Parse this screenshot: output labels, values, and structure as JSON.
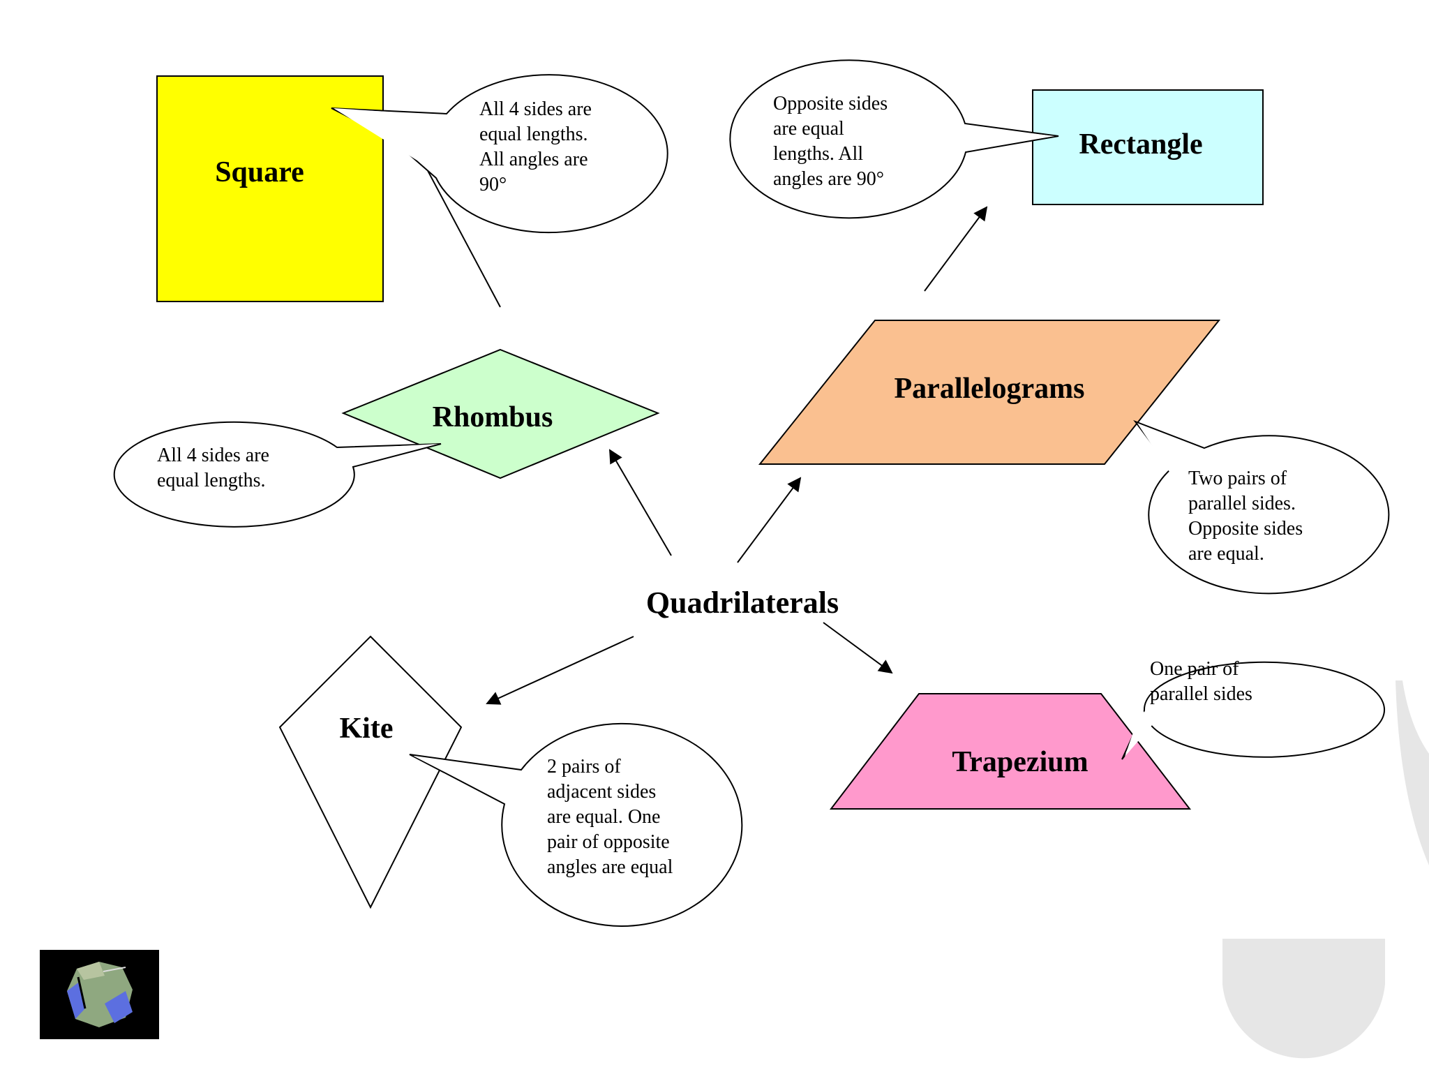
{
  "center_label": "Quadrilaterals",
  "shapes": {
    "square": {
      "label": "Square",
      "fill": "#ffff00"
    },
    "rectangle": {
      "label": "Rectangle",
      "fill": "#ccffff"
    },
    "rhombus": {
      "label": "Rhombus",
      "fill": "#ccffcc"
    },
    "parallelogram": {
      "label": "Parallelograms",
      "fill": "#fac090"
    },
    "kite": {
      "label": "Kite",
      "fill": "#ffffff"
    },
    "trapezium": {
      "label": "Trapezium",
      "fill": "#ff99cc"
    }
  },
  "callouts": {
    "square": [
      "All 4 sides are",
      "equal lengths.",
      "All angles are",
      "90°"
    ],
    "rectangle": [
      "Opposite sides",
      "are equal",
      "lengths. All",
      "angles are 90°"
    ],
    "rhombus": [
      "All 4 sides are",
      "equal lengths."
    ],
    "parallelogram": [
      "Two pairs of",
      "parallel sides.",
      "Opposite sides",
      "are equal."
    ],
    "trapezium": [
      "One pair of",
      "parallel sides"
    ],
    "kite": [
      "2 pairs of",
      "adjacent sides",
      "are equal. One",
      "pair of opposite",
      "angles are equal"
    ]
  },
  "logo": {
    "icon": "dodecahedron-icon"
  }
}
